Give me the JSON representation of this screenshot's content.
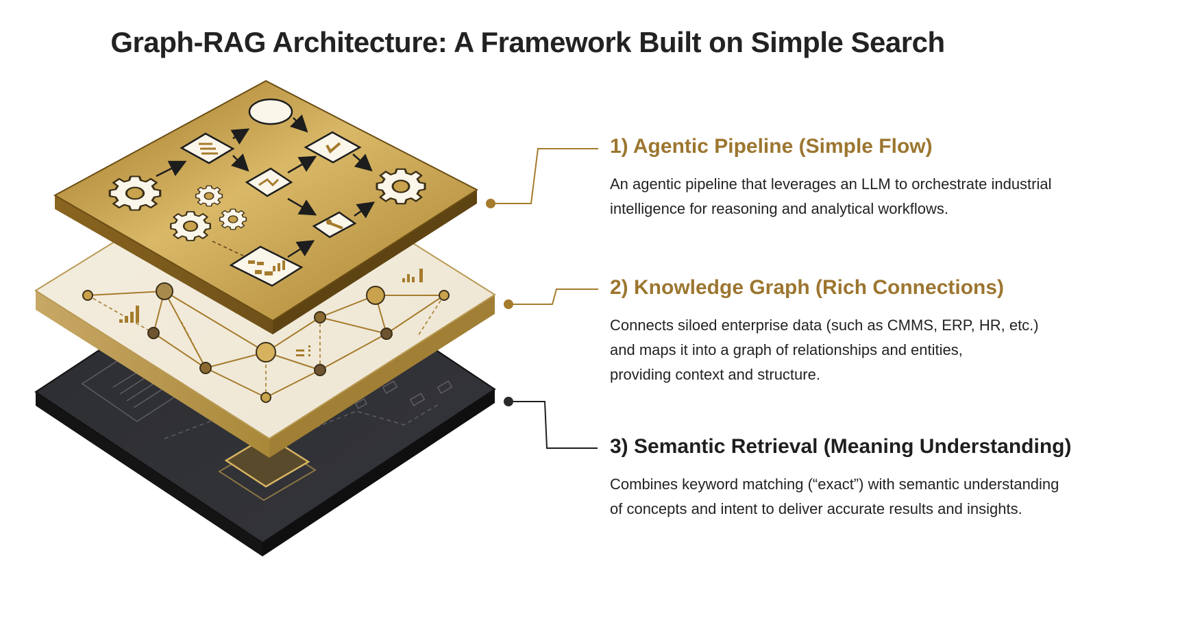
{
  "title": "Graph-RAG Architecture: A Framework Built on Simple Search",
  "colors": {
    "gold": "#A57B2C",
    "gold_light": "#D7B461",
    "cream": "#F5F0E4",
    "dark": "#2B2C2F",
    "text": "#222222"
  },
  "layers": [
    {
      "heading": "1) Agentic Pipeline (Simple Flow)",
      "heading_color": "#9C7630",
      "text_lines": [
        "An agentic pipeline that leverages an LLM to orchestrate industrial",
        "intelligence for reasoning and analytical workflows."
      ]
    },
    {
      "heading": "2) Knowledge Graph (Rich Connections)",
      "heading_color": "#9C7630",
      "text_lines": [
        "Connects siloed enterprise data (such as CMMS, ERP, HR, etc.)",
        "and maps it into a graph of relationships and entities,",
        "providing context and structure."
      ]
    },
    {
      "heading": "3) Semantic Retrieval (Meaning Understanding)",
      "heading_color": "#1f1f1f",
      "text_lines": [
        "Combines keyword matching (“exact”) with semantic understanding",
        "of concepts and intent to deliver accurate results and insights."
      ]
    }
  ],
  "icons": {
    "pipeline_nodes": [
      "gear-icon",
      "document-icon",
      "start-circle-icon",
      "check-icon",
      "merge-icon",
      "wrench-icon",
      "report-icon"
    ],
    "graph_nodes": "graph-node-icon",
    "chip": "chip-icon"
  }
}
